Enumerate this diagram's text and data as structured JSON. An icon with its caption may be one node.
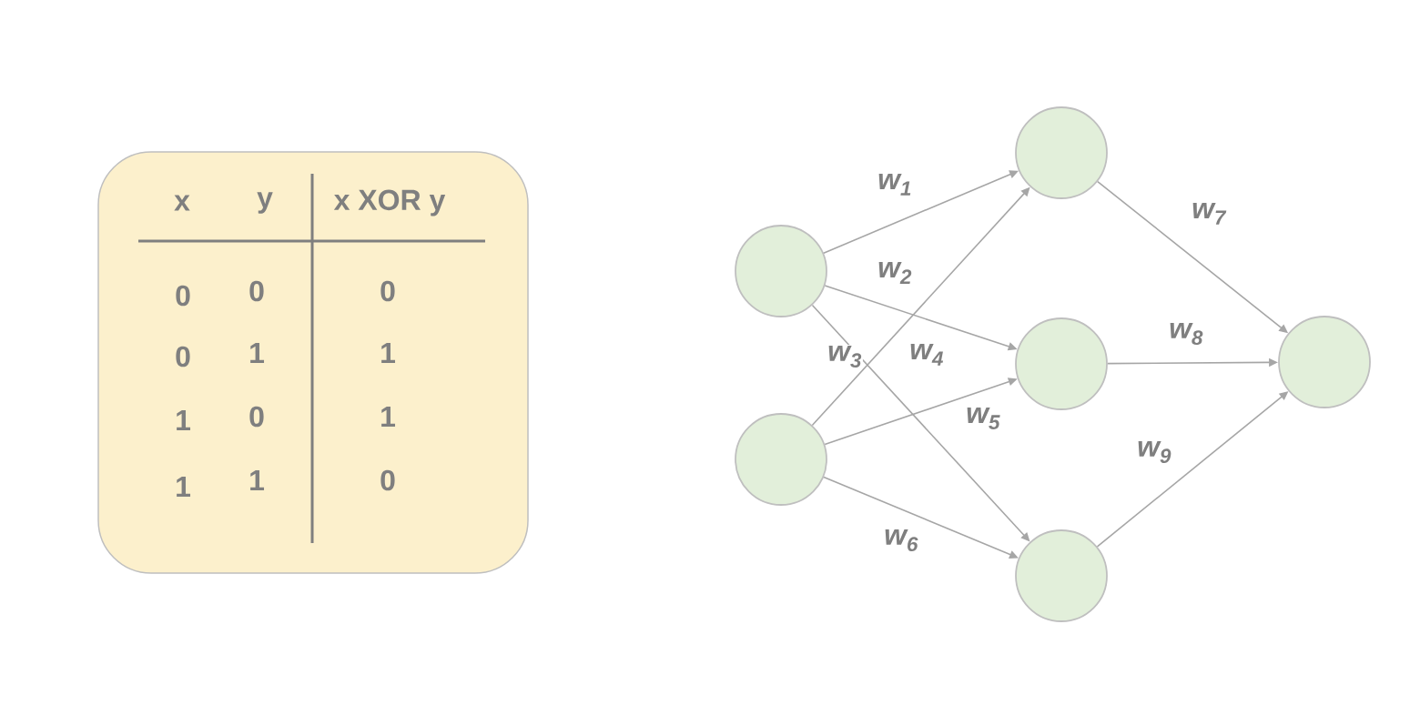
{
  "diagram": {
    "nodes": [
      {
        "text": [],
        "shape": "circle"
      },
      {
        "text": [],
        "shape": "circle"
      },
      {
        "text": [],
        "shape": "circle"
      },
      {
        "text": [],
        "shape": "circle"
      },
      {
        "text": [],
        "shape": "circle"
      },
      {
        "text": [],
        "shape": "circle"
      }
    ],
    "edges": [
      {
        "from": 0,
        "to": 2,
        "arrow": "to",
        "label": "w$_{1}$"
      },
      {
        "from": 0,
        "to": 3,
        "arrow": "to",
        "label": "w$_{2}$"
      },
      {
        "from": 0,
        "to": 4,
        "arrow": "to",
        "label": "w$_{3}$"
      },
      {
        "from": 1,
        "to": 2,
        "arrow": "to",
        "label": "w$_{4}$"
      },
      {
        "from": 1,
        "to": 3,
        "arrow": "to",
        "label": "w$_{5}$"
      },
      {
        "from": 1,
        "to": 4,
        "arrow": "to",
        "label": "w$_{6}$"
      },
      {
        "from": 2,
        "to": 5,
        "arrow": "to",
        "label": "w$_{7}$"
      },
      {
        "from": 3,
        "to": 5,
        "arrow": "to",
        "label": "w$_{8}$"
      },
      {
        "from": 4,
        "to": 5,
        "arrow": "to",
        "label": "w$_{9}$"
      }
    ],
    "labels": [
      "x",
      "y",
      "x XOR y",
      "0",
      "0",
      "0",
      "0",
      "1",
      "1",
      "1",
      "0",
      "1",
      "1",
      "1",
      "0"
    ]
  }
}
